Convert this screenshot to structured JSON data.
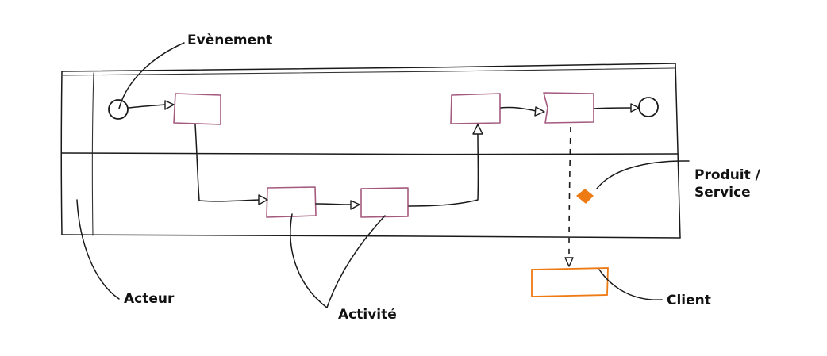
{
  "labels": {
    "evenement": "Evènement",
    "acteur": "Acteur",
    "activite": "Activité",
    "produit_line1": "Produit /",
    "produit_line2": "Service",
    "client": "Client"
  },
  "colors": {
    "activity_stroke": "#a45a7e",
    "client_stroke": "#ee7a14",
    "product_fill": "#ee7a14",
    "ink": "#1a1a1a"
  }
}
